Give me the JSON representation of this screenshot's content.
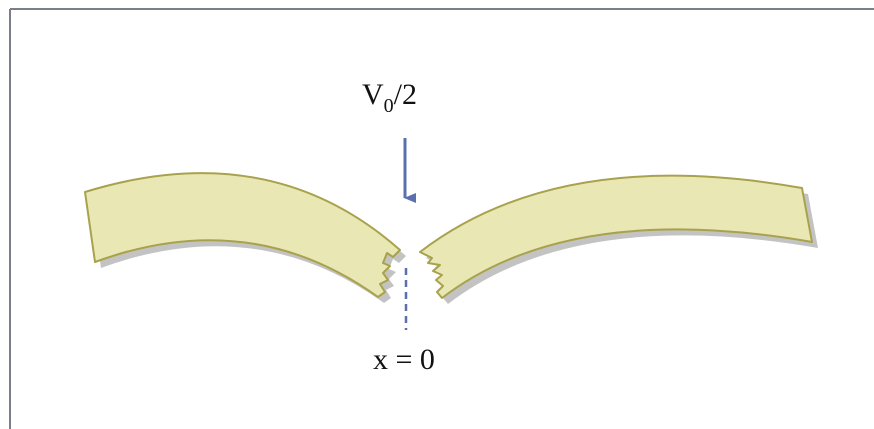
{
  "force_label": {
    "main": "V",
    "subscript": "0",
    "suffix": "/2"
  },
  "position_label": "x = 0",
  "colors": {
    "beam_fill": "#e9e7b4",
    "beam_outline": "#a8a24c",
    "arrow": "#5b6fae",
    "frame": "#7b7f87"
  }
}
